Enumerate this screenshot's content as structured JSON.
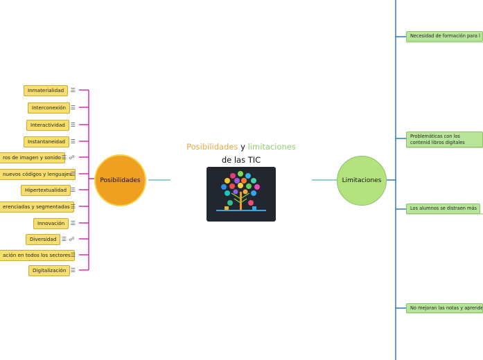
{
  "central": {
    "title_word1": "Posibilidades",
    "title_and": "y",
    "title_word2": "limitaciones",
    "title_line2": "de las TIC"
  },
  "left_branch": {
    "label": "Posibilidades",
    "items": [
      "Inmaterialidad",
      "Interconexión",
      "Interactividad",
      "Instantaneidad",
      "ros de imagen y sonido",
      "nuevos códigos y lenguajes",
      "Hipertextualidad",
      "erenciadas y segmentadas",
      "Innovación",
      "Diversidad",
      "ación en todos los sectores",
      "Digitalización"
    ]
  },
  "right_branch": {
    "label": "Limitaciones",
    "items": [
      "Necesidad de formación para l",
      "Problemáticas con los contenid libros digitales",
      "Los alumnos se distraen más",
      "No mejoran las notas y aprende"
    ]
  },
  "colors": {
    "left_branch_line": "#d61fa6",
    "left_node": "#f0a021",
    "right_node": "#b3e27f",
    "right_branch_line": "#1f6fb5",
    "connector": "#4fb3a0"
  }
}
